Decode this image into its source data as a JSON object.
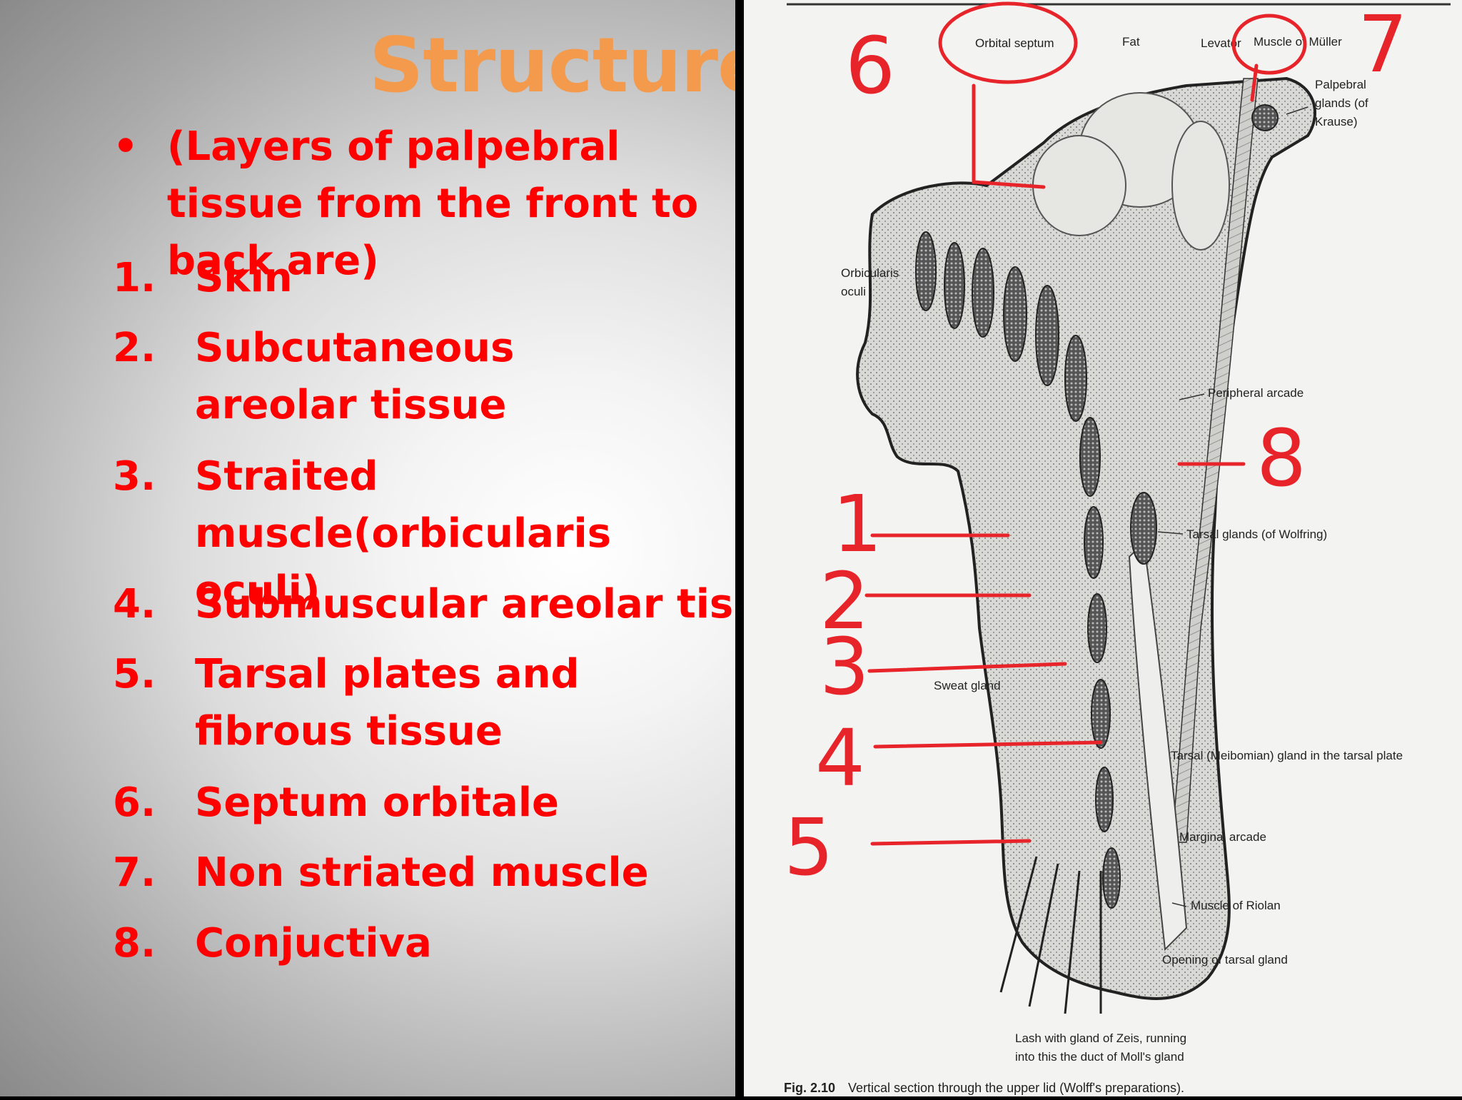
{
  "slide": {
    "title": "Structure",
    "bullet_symbol": "•",
    "intro": "(Layers of palpebral tissue from the front to back are)",
    "items": [
      {
        "num": "1.",
        "label": "Skin"
      },
      {
        "num": "2.",
        "label": "Subcutaneous areolar tissue"
      },
      {
        "num": "3.",
        "label": "Straited muscle(orbicularis oculi)"
      },
      {
        "num": "4.",
        "label": "Submuscular areolar tissue"
      },
      {
        "num": "5.",
        "label": "Tarsal plates and fibrous tissue"
      },
      {
        "num": "6.",
        "label": "Septum orbitale"
      },
      {
        "num": "7.",
        "label": "Non striated muscle"
      },
      {
        "num": "8.",
        "label": "Conjuctiva"
      }
    ]
  },
  "figure": {
    "labels": {
      "orbital_septum": "Orbital septum",
      "fat": "Fat",
      "levator": "Levator",
      "muscle_of_muller": "Muscle of Müller",
      "palpebral_glands_1": "Palpebral",
      "palpebral_glands_2": "glands (of",
      "palpebral_glands_3": "Krause)",
      "orbicularis_1": "Orbicularis",
      "orbicularis_2": "oculi",
      "peripheral_arcade": "Peripheral arcade",
      "tarsal_glands_wolfring": "Tarsal glands (of Wolfring)",
      "sweat_gland": "Sweat gland",
      "tarsal_meibomian": "Tarsal (Meibomian) gland in the tarsal plate",
      "marginal_arcade": "Marginal arcade",
      "muscle_of_riolan": "Muscle of Riolan",
      "opening_tarsal_gland": "Opening of tarsal gland",
      "lash_1": "Lash with gland of Zeis, running",
      "lash_2": "into this the duct of Moll's gland",
      "caption_fig": "Fig. 2.10",
      "caption_text": "Vertical section through the upper lid (Wolff's preparations)."
    },
    "annotations": [
      "1",
      "2",
      "3",
      "4",
      "5",
      "6",
      "7",
      "8"
    ],
    "colors": {
      "annotation": "#e8242b",
      "title": "#f39a4d",
      "list_text": "#ff0000"
    }
  }
}
